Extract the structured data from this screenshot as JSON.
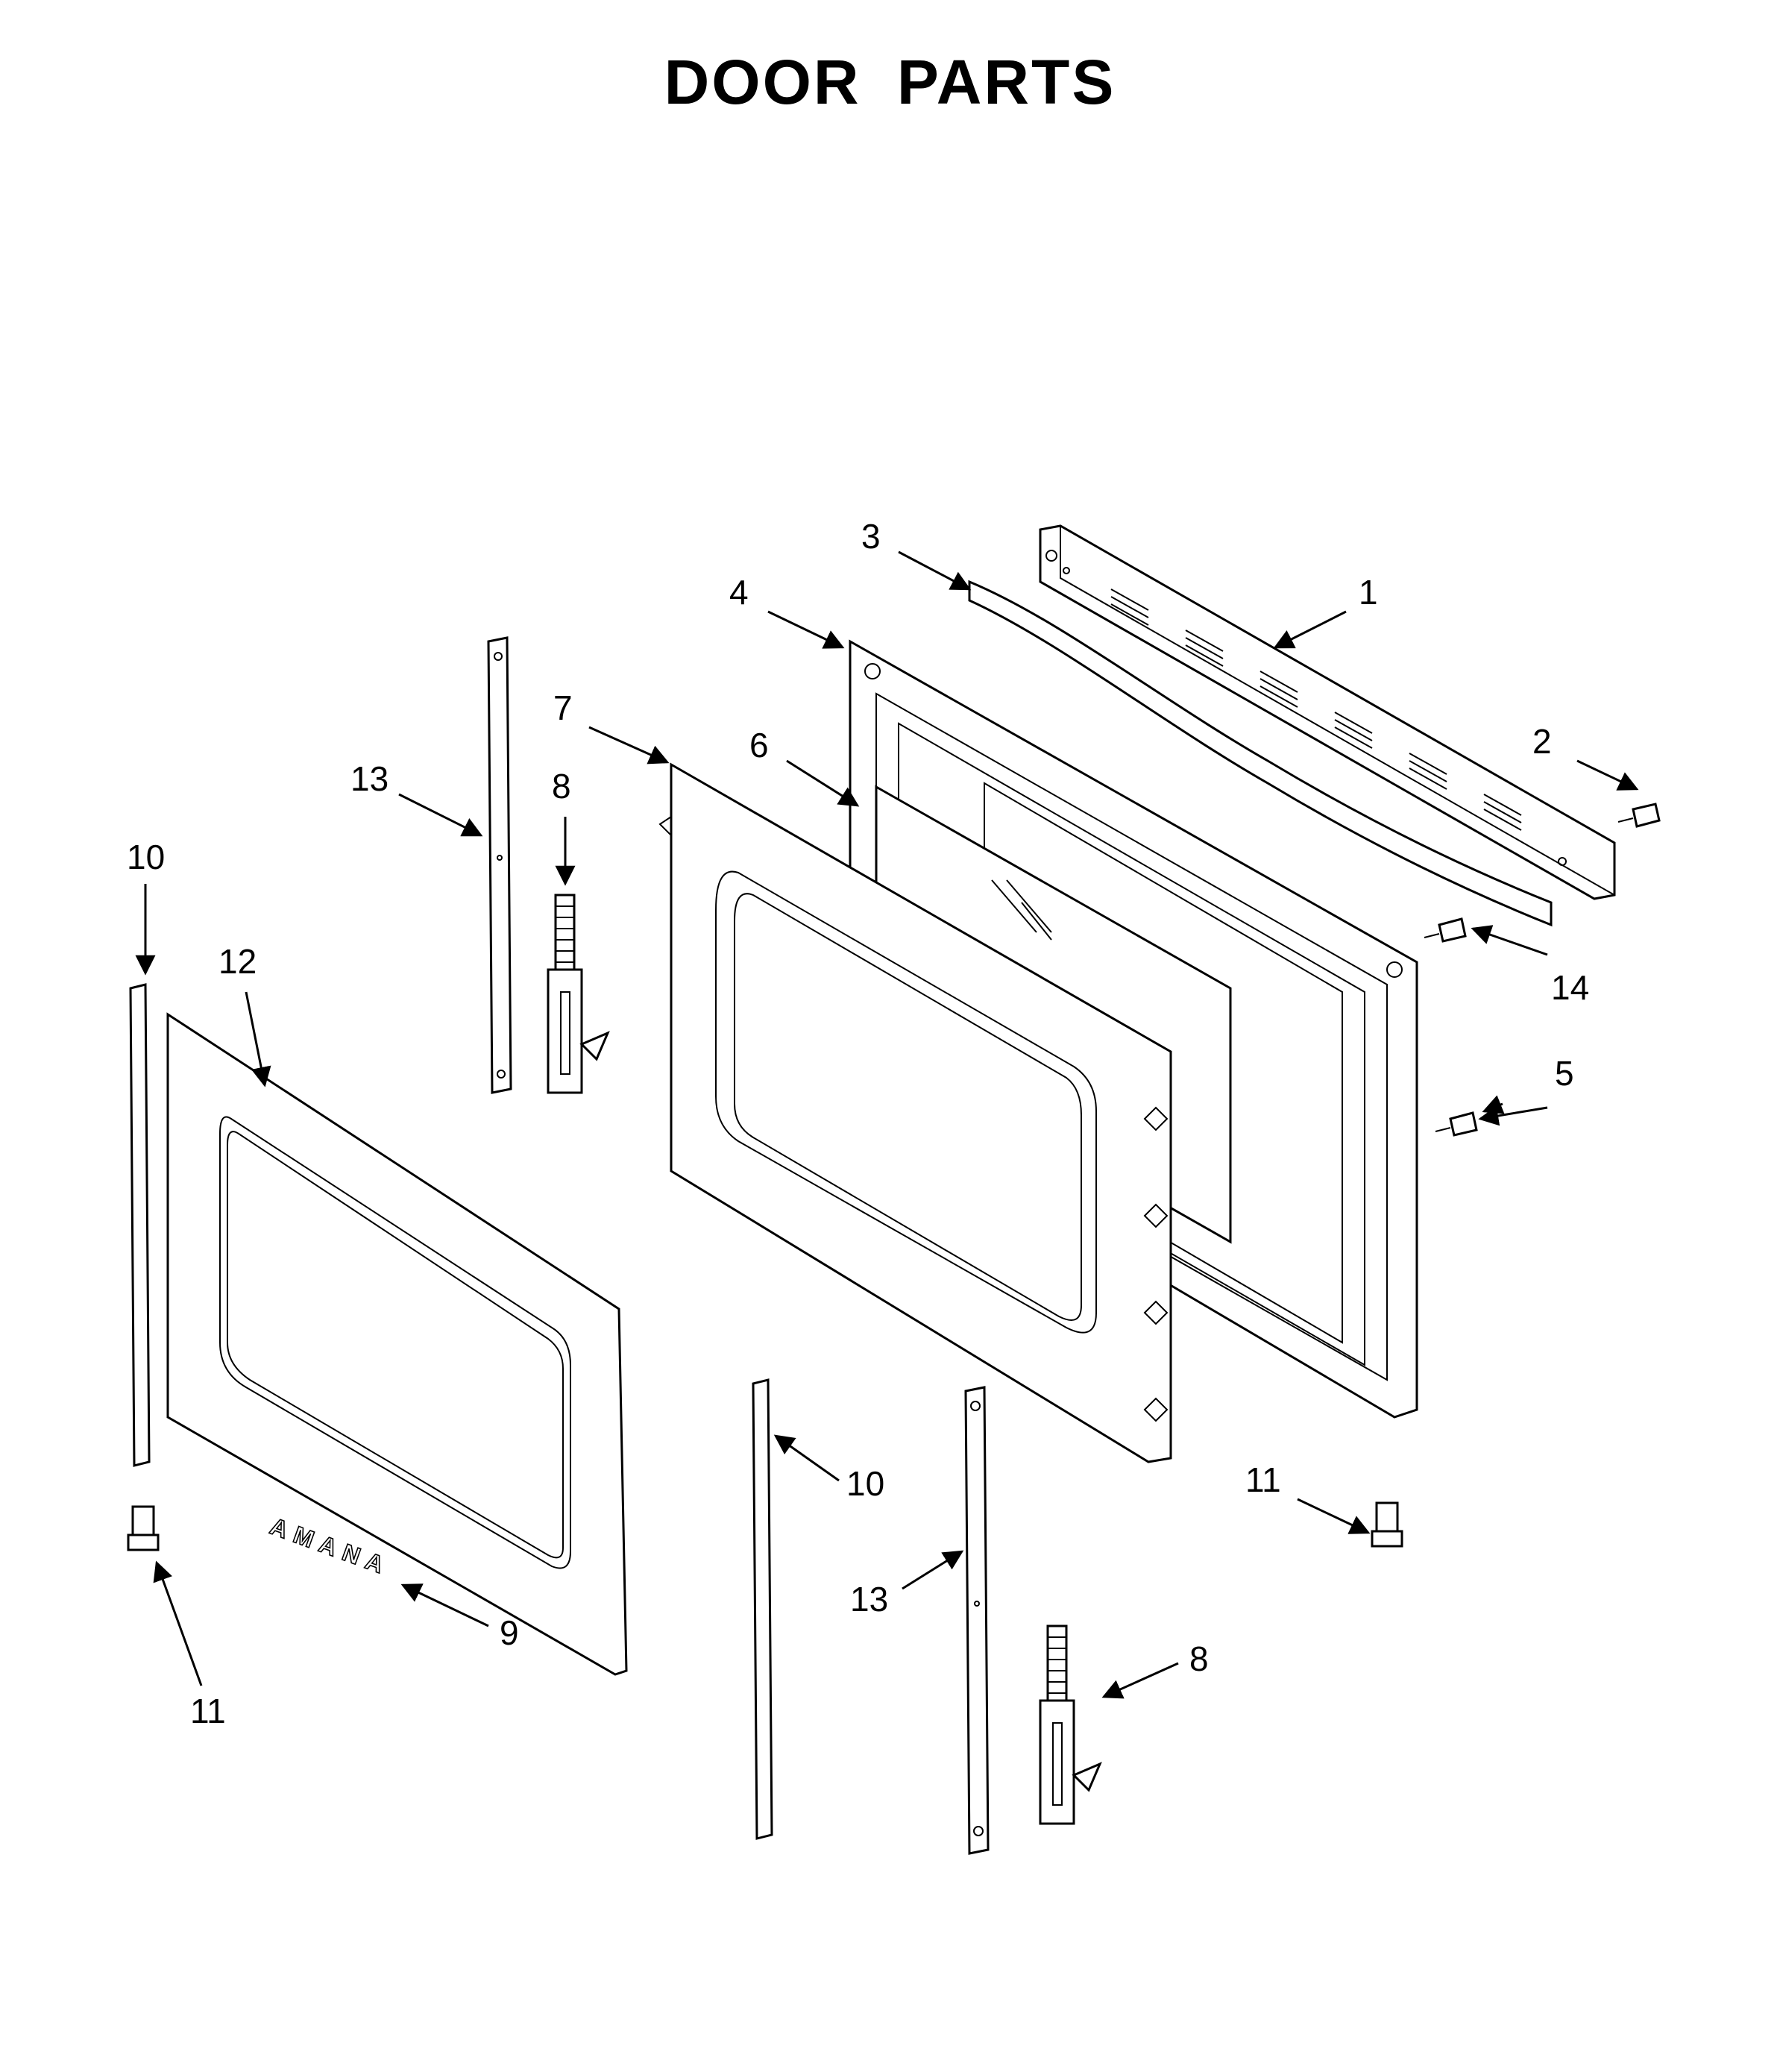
{
  "title": "DOOR PARTS",
  "logo_text": "AMANA",
  "callouts": {
    "c1": "1",
    "c2": "2",
    "c3": "3",
    "c4": "4",
    "c5": "5",
    "c6": "6",
    "c7": "7",
    "c8a": "8",
    "c8b": "8",
    "c9": "9",
    "c10a": "10",
    "c10b": "10",
    "c11a": "11",
    "c11b": "11",
    "c12": "12",
    "c13a": "13",
    "c13b": "13",
    "c14": "14"
  }
}
